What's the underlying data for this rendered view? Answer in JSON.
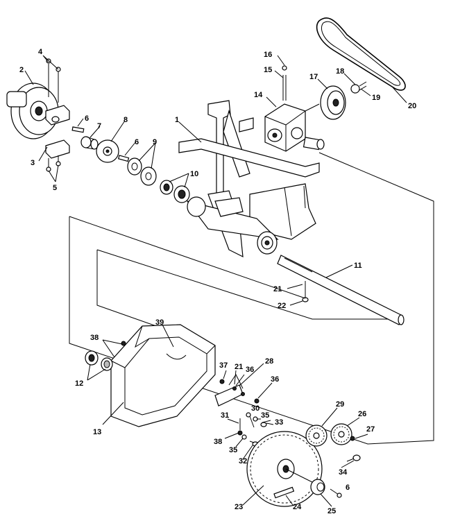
{
  "diagram": {
    "labels": [
      {
        "id": "1",
        "text": "1"
      },
      {
        "id": "2",
        "text": "2"
      },
      {
        "id": "3",
        "text": "3"
      },
      {
        "id": "4",
        "text": "4"
      },
      {
        "id": "5",
        "text": "5"
      },
      {
        "id": "6a",
        "text": "6"
      },
      {
        "id": "6b",
        "text": "6"
      },
      {
        "id": "6c",
        "text": "6"
      },
      {
        "id": "7",
        "text": "7"
      },
      {
        "id": "8",
        "text": "8"
      },
      {
        "id": "9",
        "text": "9"
      },
      {
        "id": "10",
        "text": "10"
      },
      {
        "id": "11",
        "text": "11"
      },
      {
        "id": "12",
        "text": "12"
      },
      {
        "id": "13",
        "text": "13"
      },
      {
        "id": "14",
        "text": "14"
      },
      {
        "id": "15",
        "text": "15"
      },
      {
        "id": "16",
        "text": "16"
      },
      {
        "id": "17",
        "text": "17"
      },
      {
        "id": "18",
        "text": "18"
      },
      {
        "id": "19",
        "text": "19"
      },
      {
        "id": "20",
        "text": "20"
      },
      {
        "id": "21a",
        "text": "21"
      },
      {
        "id": "21b",
        "text": "21"
      },
      {
        "id": "22",
        "text": "22"
      },
      {
        "id": "23",
        "text": "23"
      },
      {
        "id": "24",
        "text": "24"
      },
      {
        "id": "25",
        "text": "25"
      },
      {
        "id": "26",
        "text": "26"
      },
      {
        "id": "27",
        "text": "27"
      },
      {
        "id": "28",
        "text": "28"
      },
      {
        "id": "29",
        "text": "29"
      },
      {
        "id": "30",
        "text": "30"
      },
      {
        "id": "31",
        "text": "31"
      },
      {
        "id": "32",
        "text": "32"
      },
      {
        "id": "33",
        "text": "33"
      },
      {
        "id": "34",
        "text": "34"
      },
      {
        "id": "35a",
        "text": "35"
      },
      {
        "id": "35b",
        "text": "35"
      },
      {
        "id": "36a",
        "text": "36"
      },
      {
        "id": "36b",
        "text": "36"
      },
      {
        "id": "37",
        "text": "37"
      },
      {
        "id": "38a",
        "text": "38"
      },
      {
        "id": "38b",
        "text": "38"
      },
      {
        "id": "39",
        "text": "39"
      }
    ]
  }
}
